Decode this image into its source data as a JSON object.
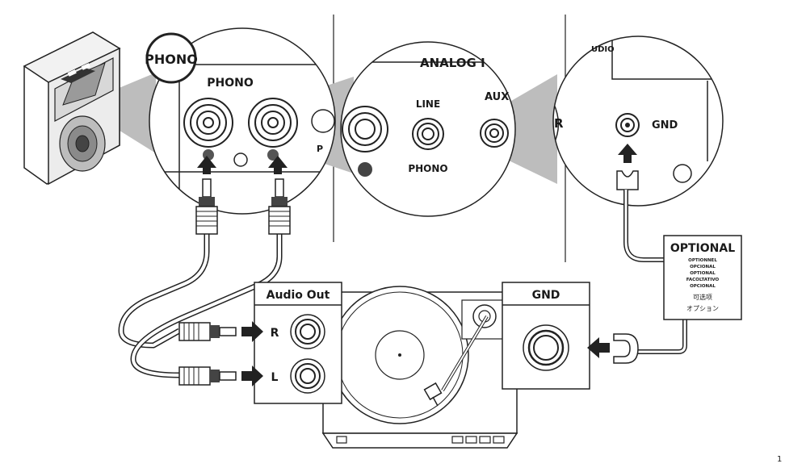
{
  "callouts": {
    "phono_badge": "PHONO",
    "phono_panel_label": "PHONO",
    "phono_panel_partial": "P",
    "analog_heading": "ANALOG I",
    "line_label": "LINE",
    "aux_label": "AUX",
    "phono_lower_label": "PHONO",
    "audio_partial": "UDIO",
    "r_partial": "R",
    "gnd_label": "GND"
  },
  "turntable": {
    "audio_out_title": "Audio Out",
    "r_label": "R",
    "l_label": "L",
    "gnd_title": "GND"
  },
  "optional_box": {
    "title": "OPTIONAL",
    "translations": [
      "OPTIONNEL",
      "OPCIONAL",
      "OPTIONAL",
      "FACOLTATIVO",
      "OPCIONAL"
    ],
    "chinese": "可选项",
    "japanese": "オプション"
  },
  "page_number": "1"
}
